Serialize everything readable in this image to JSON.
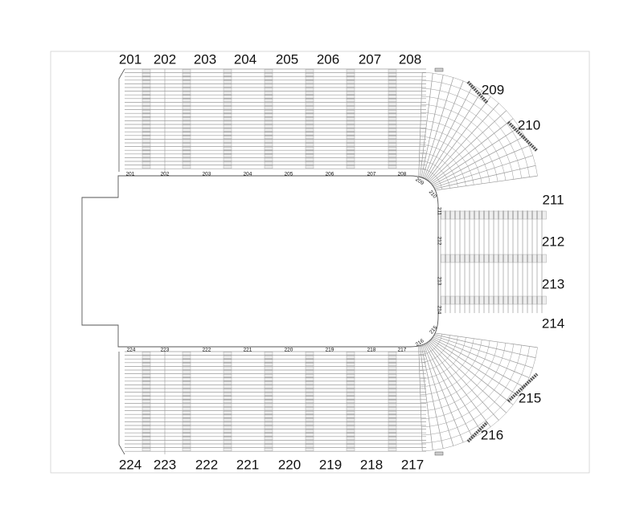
{
  "sections": {
    "top": [
      "201",
      "202",
      "203",
      "204",
      "205",
      "206",
      "207",
      "208"
    ],
    "corner_top": [
      "209",
      "210"
    ],
    "end": [
      "211",
      "212",
      "213",
      "214"
    ],
    "corner_bottom": [
      "215",
      "216"
    ],
    "bottom": [
      "224",
      "223",
      "222",
      "221",
      "220",
      "219",
      "218",
      "217"
    ]
  },
  "floor_labels": {
    "top": [
      "201",
      "202",
      "203",
      "204",
      "205",
      "206",
      "207",
      "208"
    ],
    "corner_top": [
      "209",
      "210"
    ],
    "end": [
      "211",
      "212",
      "213",
      "214"
    ],
    "corner_bottom": [
      "215",
      "216"
    ],
    "bottom": [
      "224",
      "223",
      "222",
      "221",
      "220",
      "219",
      "218",
      "217"
    ]
  },
  "colors": {
    "line": "#9a9a9a",
    "outline": "#555555",
    "seat_fill": "#eeeeee",
    "rail_fill": "#cccccc"
  }
}
